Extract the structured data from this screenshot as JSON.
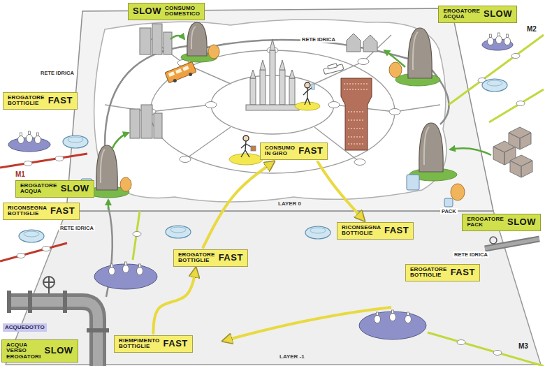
{
  "diagram": {
    "nodes": [
      {
        "text": [
          "SLOW",
          "CONSUMO DOMESTICO"
        ]
      },
      {
        "text": [
          "EROGATORE ACQUA",
          "SLOW"
        ]
      },
      {
        "text": [
          "EROGATORE BOTTIGLIE",
          "FAST"
        ]
      },
      {
        "text": [
          "CONSUMO IN GIRO",
          "FAST"
        ]
      },
      {
        "text": [
          "EROGATORE ACQUA",
          "SLOW"
        ]
      },
      {
        "text": [
          "RICONSEGNA BOTTIGLIE",
          "FAST"
        ]
      },
      {
        "text": [
          "RICONSEGNA BOTTIGLIE",
          "FAST"
        ]
      },
      {
        "text": [
          "EROGATORE PACK",
          "SLOW"
        ]
      },
      {
        "text": [
          "EROGATORE BOTTIGLIE",
          "FAST"
        ]
      },
      {
        "text": [
          "EROGATORE BOTTIGLIE",
          "FAST"
        ]
      },
      {
        "text": [
          "RIEMPIMENTO BOTTIGLIE",
          "FAST"
        ]
      },
      {
        "text": [
          "ACQUA VERSO EROGATORI",
          "SLOW"
        ]
      }
    ],
    "edges": [
      {
        "from": 8,
        "to": 3,
        "arrow": "to"
      },
      {
        "from": 3,
        "to": 6,
        "arrow": "to"
      },
      {
        "from": 10,
        "to": 8,
        "arrow": "to"
      }
    ],
    "labels": [
      "RETE IDRICA",
      "M2",
      "RETE IDRICA",
      "M1",
      "RETE IDRICA",
      "LAYER 0",
      "PACK",
      "RETE IDRICA",
      "LAYER -1",
      "ACQUEDOTTO",
      "M3"
    ]
  }
}
